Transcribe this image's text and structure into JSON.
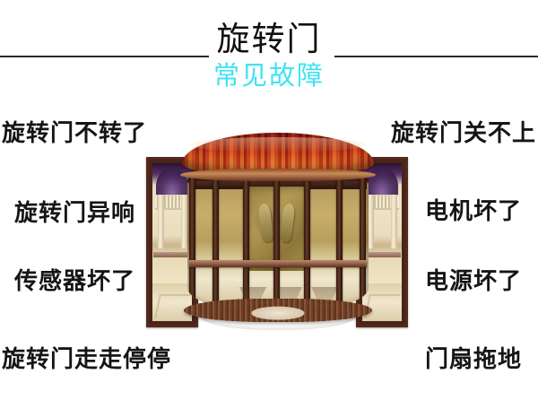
{
  "header": {
    "title_main": "旋转门",
    "title_sub": "常见故障",
    "rule_color": "#2b2b2b",
    "sub_color": "#3ee3f2"
  },
  "faults": {
    "left": [
      {
        "id": "door-not-rotating",
        "label": "旋转门不转了"
      },
      {
        "id": "door-abnormal-noise",
        "label": "旋转门异响"
      },
      {
        "id": "sensor-broken",
        "label": "传感器坏了"
      },
      {
        "id": "door-stop-and-go",
        "label": "旋转门走走停停"
      }
    ],
    "right": [
      {
        "id": "door-wont-close",
        "label": "旋转门关不上"
      },
      {
        "id": "motor-broken",
        "label": "电机坏了"
      },
      {
        "id": "power-supply-broken",
        "label": "电源坏了"
      },
      {
        "id": "door-leaf-dragging",
        "label": "门扇拖地"
      }
    ]
  },
  "artwork": {
    "name": "revolving-door-photo",
    "canopy_color": "#9b5436",
    "frame_color": "#4a2418",
    "glass_color": "#e9dcbb",
    "relief_color": "#a38a4a",
    "accent_light": "#8b5fa8"
  }
}
